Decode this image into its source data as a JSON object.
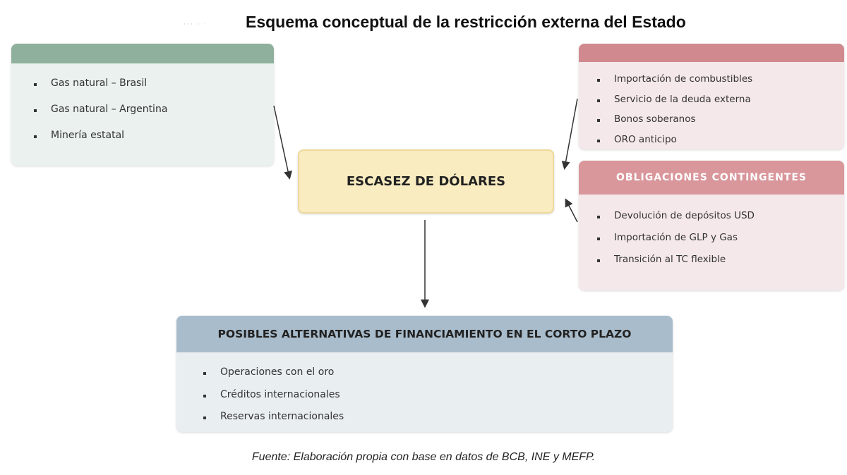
{
  "title": "Esquema conceptual de la restricción externa del Estado",
  "title_prefix_faint": "···  ·  ·",
  "left_box": {
    "items": [
      "Gas natural – Brasil",
      "Gas natural – Argentina",
      "Minería estatal"
    ]
  },
  "right_top_box": {
    "items": [
      "Importación de combustibles",
      "Servicio de la deuda externa",
      "Bonos soberanos",
      "ORO anticipo"
    ]
  },
  "right_contingent_box": {
    "header": "OBLIGACIONES CONTINGENTES",
    "items": [
      "Devolución de depósitos USD",
      "Importación de GLP y Gas",
      "Transición al TC flexible"
    ]
  },
  "center": {
    "label": "ESCASEZ DE DÓLARES"
  },
  "bottom_box": {
    "header": "POSIBLES ALTERNATIVAS DE FINANCIAMIENTO EN EL CORTO PLAZO",
    "items": [
      "Operaciones con el oro",
      "Créditos internacionales",
      "Reservas internacionales"
    ]
  },
  "footer": "Fuente: Elaboración propia con base en datos de BCB, INE y MEFP."
}
